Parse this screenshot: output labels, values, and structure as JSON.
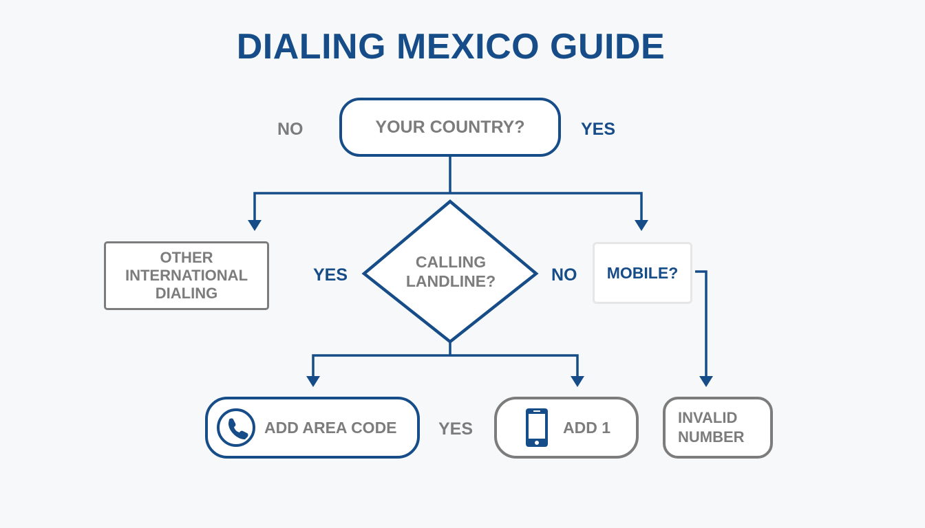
{
  "title": "DIALING MEXICO GUIDE",
  "colors": {
    "primary": "#164d88",
    "neutral": "#7c7c7c",
    "light_border": "#e6e6e6",
    "background": "#f7f8f9"
  },
  "nodes": {
    "your_country": {
      "text": "YOUR COUNTRY?",
      "shape": "rounded-rect"
    },
    "other_international": {
      "lines": [
        "OTHER",
        "INTERNATIONAL",
        "DIALING"
      ],
      "shape": "rect"
    },
    "calling_landline": {
      "lines": [
        "CALLING",
        "LANDLINE?"
      ],
      "shape": "diamond"
    },
    "mobile": {
      "text": "MOBILE?",
      "shape": "rect"
    },
    "add_area_code": {
      "text": "ADD AREA CODE",
      "icon": "phone-icon",
      "shape": "pill"
    },
    "add_1": {
      "text": "ADD 1",
      "icon": "mobile-phone-icon",
      "shape": "pill"
    },
    "invalid_number": {
      "lines": [
        "INVALID",
        "NUMBER"
      ],
      "shape": "rounded-rect"
    }
  },
  "edge_labels": {
    "top_no": "NO",
    "top_yes": "YES",
    "landline_yes": "YES",
    "landline_no": "NO",
    "bottom_yes": "YES"
  }
}
